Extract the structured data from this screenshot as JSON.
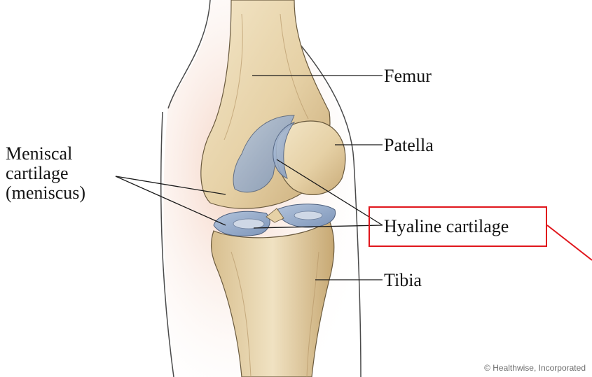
{
  "labels": {
    "femur": "Femur",
    "patella": "Patella",
    "meniscal_line1": "Meniscal",
    "meniscal_line2": "cartilage",
    "meniscal_line3": "(meniscus)",
    "hyaline": "Hyaline cartilage",
    "tibia": "Tibia"
  },
  "credit": "© Healthwise, Incorporated",
  "colors": {
    "bone": "#e9d7b0",
    "bone_shadow": "#c9ae7f",
    "cartilage": "#8ea6c9",
    "skin": "#f6dfd2",
    "highlight": "#e0161c"
  }
}
